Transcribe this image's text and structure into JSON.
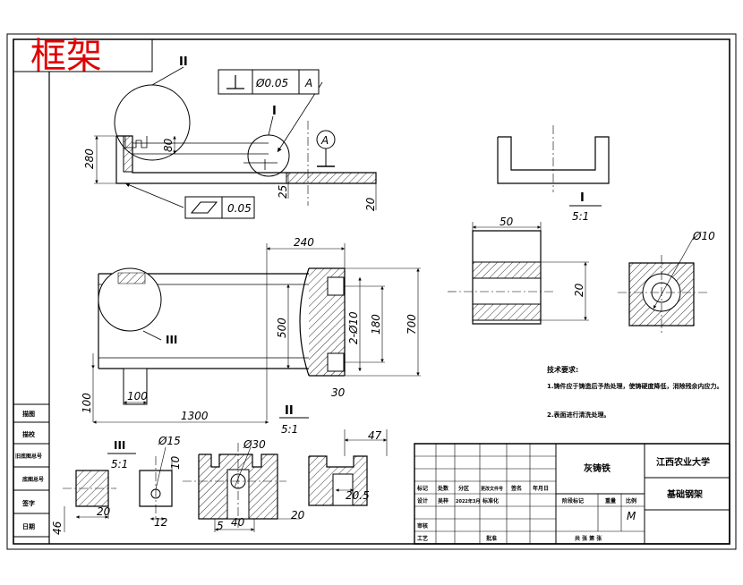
{
  "header_mark": "框架",
  "tolerance": {
    "perp_value": "Ø0.05",
    "perp_datum": "A",
    "flat_value": "0.05",
    "datum_label": "A"
  },
  "detail_marks": {
    "I": "I",
    "II": "II",
    "III": "III"
  },
  "dimensions": {
    "d280": "280",
    "d80": "80",
    "d25": "25",
    "d20_a": "20",
    "d240": "240",
    "d500": "500",
    "d2phi10": "2-Ø10",
    "d180": "180",
    "d700": "700",
    "d100_a": "100",
    "d100_b": "100",
    "d1300": "1300",
    "d30_a": "30",
    "d50": "50",
    "d20_b": "20",
    "dphi10": "Ø10",
    "dphi15": "Ø15",
    "d10": "10",
    "d20_c": "20",
    "d12": "12",
    "d46": "46",
    "dphi30": "Ø30",
    "d5": "5",
    "d40": "40",
    "d20_d": "20",
    "d47": "47",
    "d205": "20.5"
  },
  "view_labels": {
    "I_name": "I",
    "I_scale": "5:1",
    "II_name": "II",
    "II_scale": "5:1",
    "III_name": "III",
    "III_scale": "5:1"
  },
  "tech_notes": {
    "title": "技术要求:",
    "line1": "1.铸件应于铸造后予热处理，使铸硬度降低，消除残余内应力。",
    "line2": "2.表面进行清洗处理。"
  },
  "left_strip": [
    "描图",
    "描校",
    "旧底图总号",
    "底图总号",
    "签字",
    "日期"
  ],
  "title_block": {
    "material": "灰铸铁",
    "school": "江西农业大学",
    "part_name": "基础钢架",
    "hdr": [
      "标记",
      "处数",
      "分区",
      "更改文件号",
      "签名",
      "年月日"
    ],
    "row_design": [
      "设计",
      "吴梓",
      "2022年3月",
      "标准化"
    ],
    "stage_label": "阶段标记",
    "weight_label": "重量",
    "ratio_label": "比例",
    "ratio_value": "M",
    "review": "审核",
    "process": "工艺",
    "approve": "批准",
    "sheets": "共  张  第  张"
  }
}
